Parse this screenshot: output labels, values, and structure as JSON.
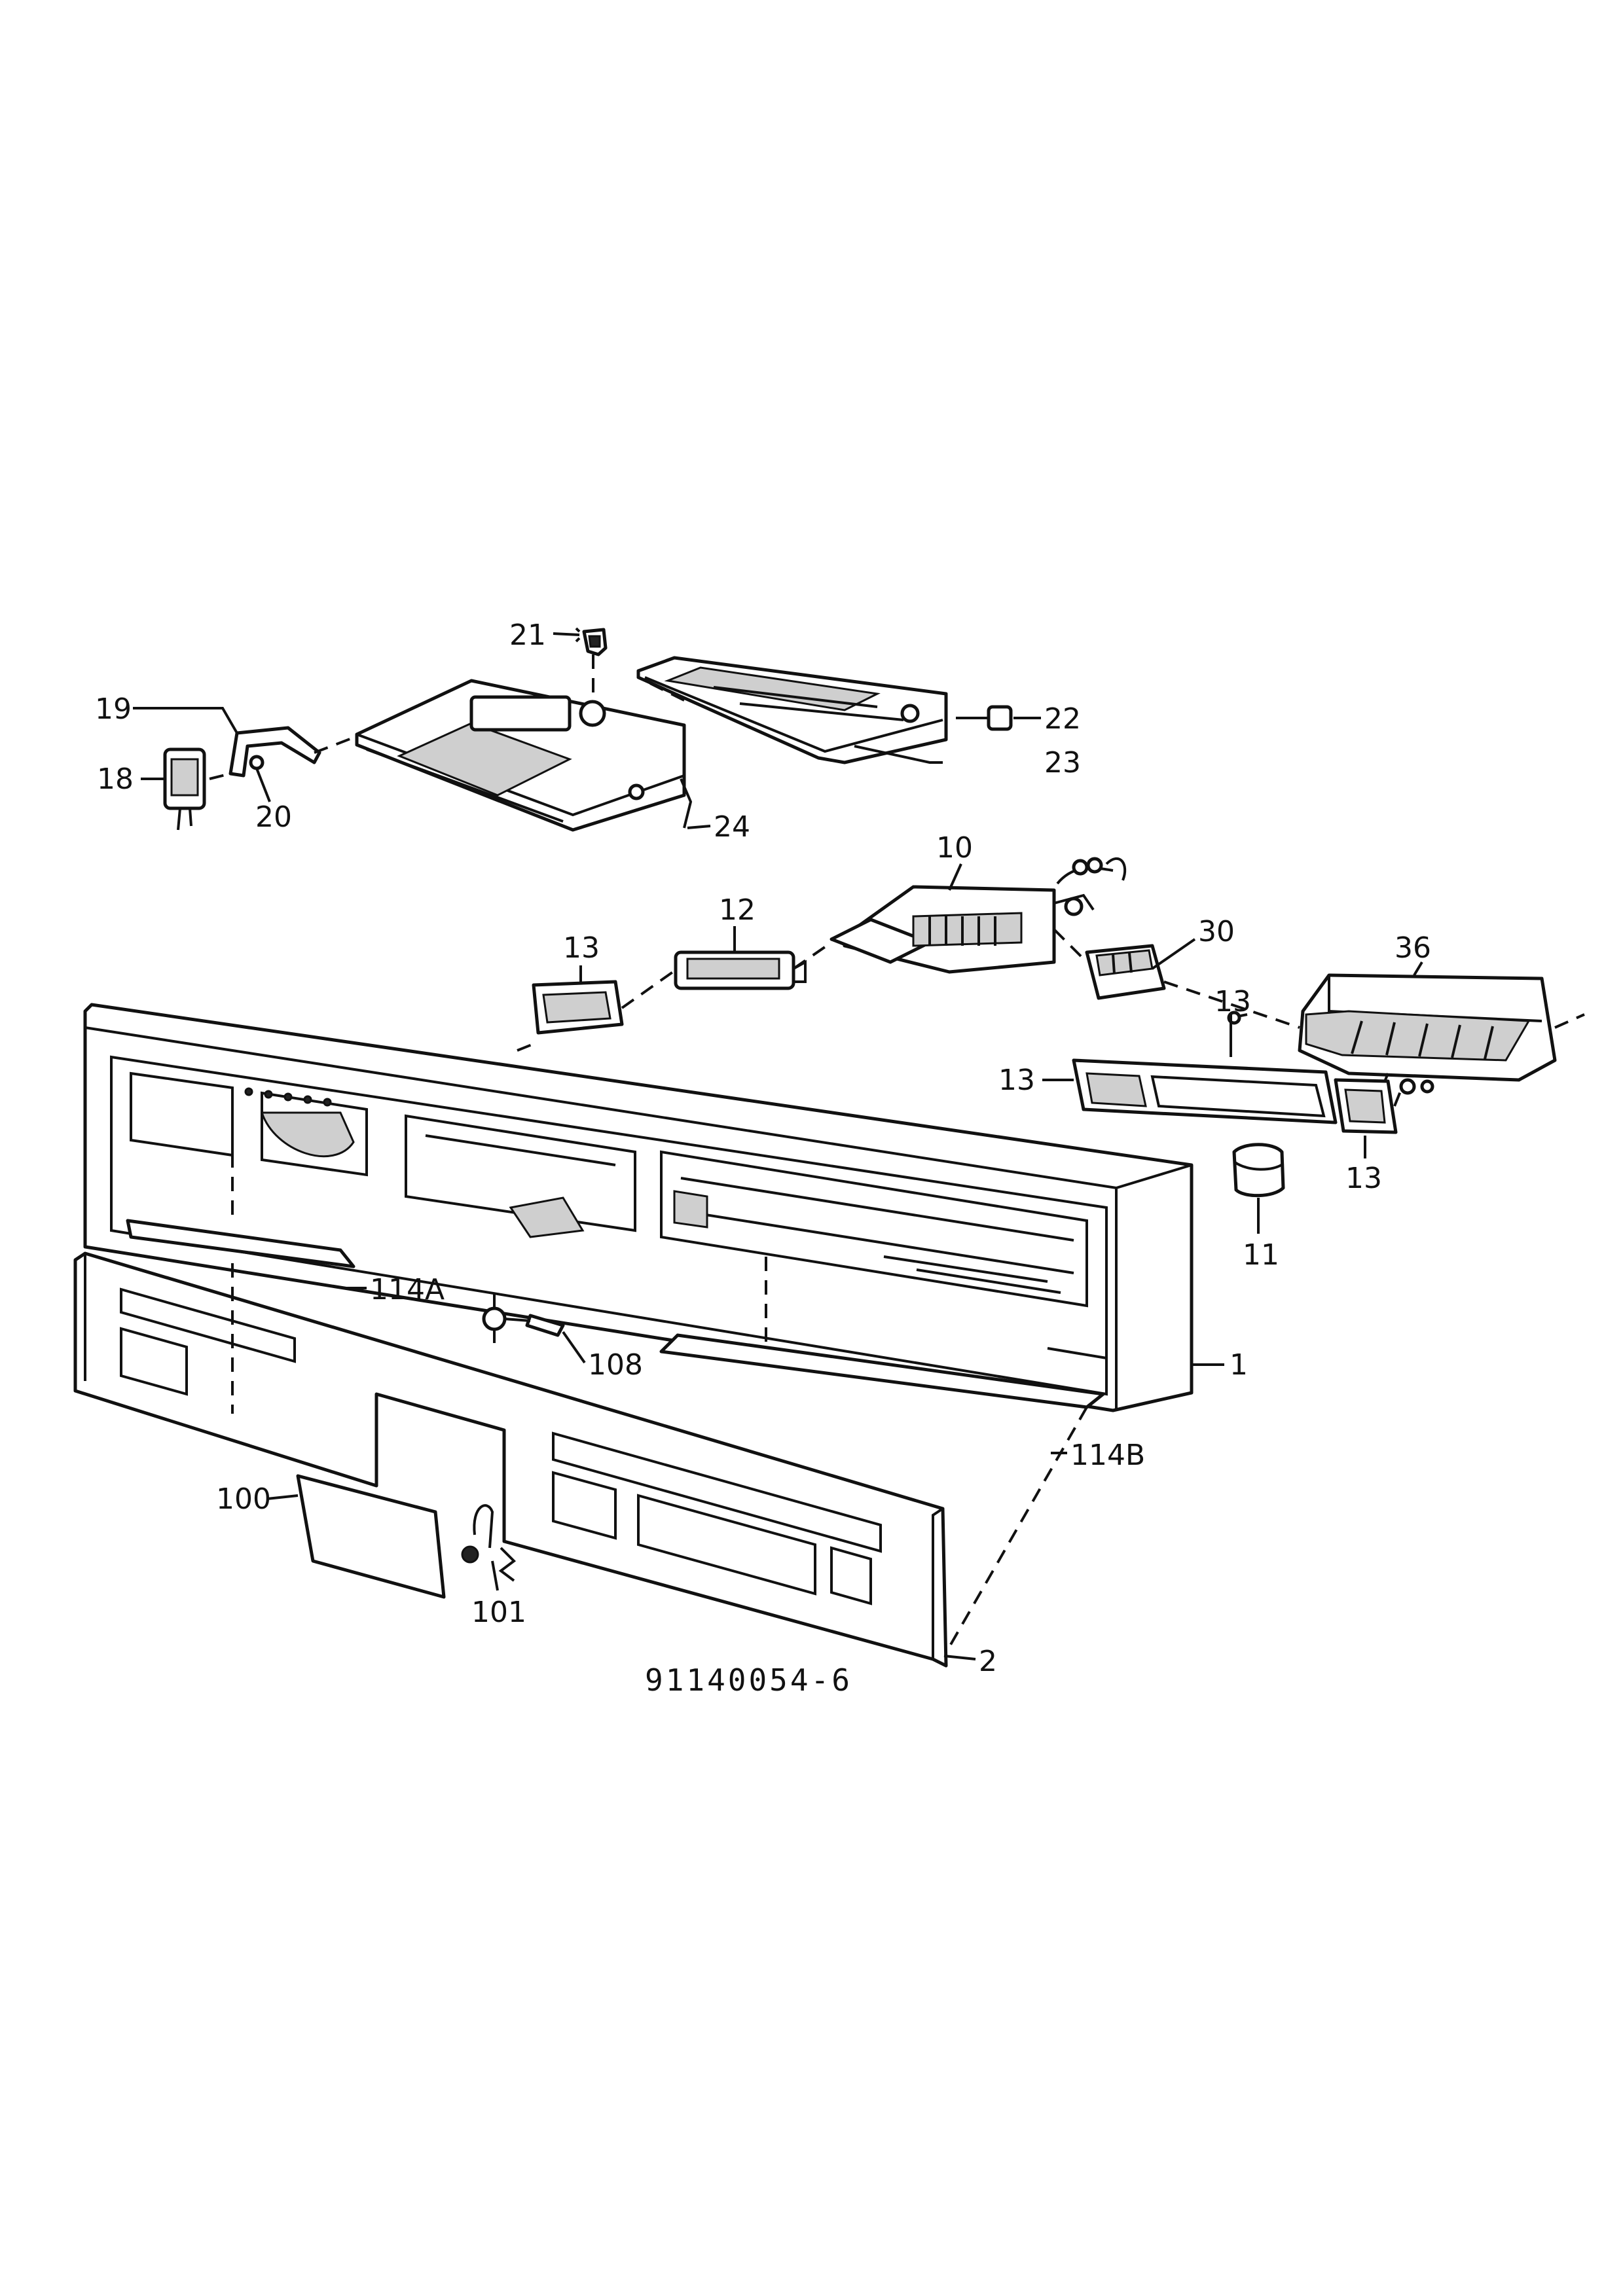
{
  "callouts": {
    "c21": "21",
    "c19": "19",
    "c22": "22",
    "c18": "18",
    "c20": "20",
    "c23": "23",
    "c24": "24",
    "c10": "10",
    "c12": "12",
    "c13a": "13",
    "c30": "30",
    "c36": "36",
    "c13b": "13",
    "c13c": "13",
    "c13d": "13",
    "c11": "11",
    "c114a": "114A",
    "c108": "108",
    "c1": "1",
    "c114b": "114B",
    "c100": "100",
    "c101": "101",
    "c2": "2"
  },
  "drawing_number": "91140054-6",
  "colors": {
    "ink": "#111111",
    "paper": "#ffffff"
  }
}
